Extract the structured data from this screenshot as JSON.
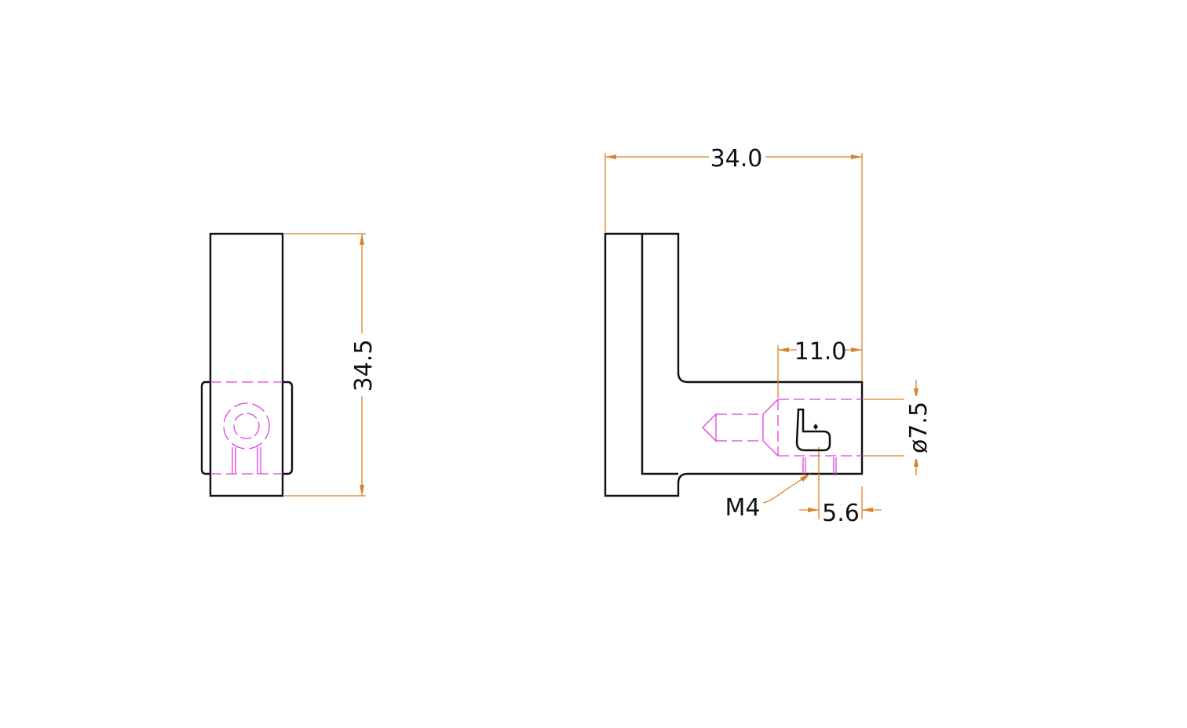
{
  "drawing": {
    "dimensions": {
      "side_height": "34.5",
      "overall_width": "34.0",
      "hole_offset": "11.0",
      "bore_diameter": "ø7.5",
      "thread_offset": "5.6",
      "thread_callout": "M4"
    },
    "colors": {
      "outline": "#111111",
      "hidden": "#e040e0",
      "dimension": "#d9822b"
    }
  }
}
